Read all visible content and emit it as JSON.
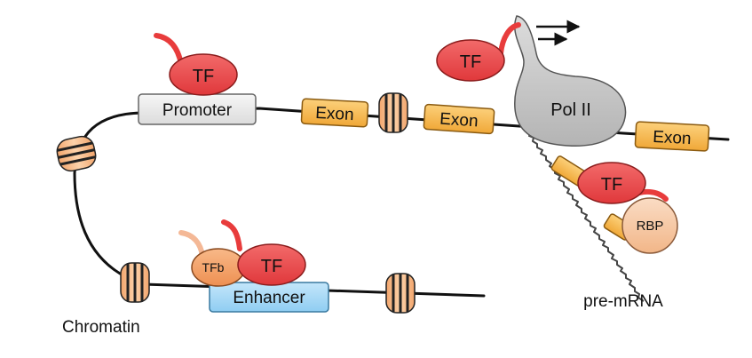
{
  "labels": {
    "promoter": "Promoter",
    "enhancer": "Enhancer",
    "exon_1": "Exon",
    "exon_2": "Exon",
    "exon_3": "Exon",
    "tf_promoter": "TF",
    "tf_floating": "TF",
    "tf_enhancer": "TF",
    "tf_rna": "TF",
    "tfb": "TFb",
    "pol2": "Pol II",
    "rbp": "RBP",
    "premrna": "pre-mRNA",
    "chromatin": "Chromatin"
  },
  "colors": {
    "tf_fill": "#e8474a",
    "tf_tail": "#e83c3c",
    "tfb_fill": "#f4a06a",
    "tfb_tail": "#f4b896",
    "exon_fill": "#f6b94c",
    "promoter_fill": "#e8e8e8",
    "enhancer_fill": "#a8d8f5",
    "pol2_fill": "#c8c8c8",
    "rbp_fill": "#f6c8a6",
    "nucleosome_fill": "#f6b98c",
    "dna_stroke": "#111111",
    "rna_stroke": "#555555"
  }
}
